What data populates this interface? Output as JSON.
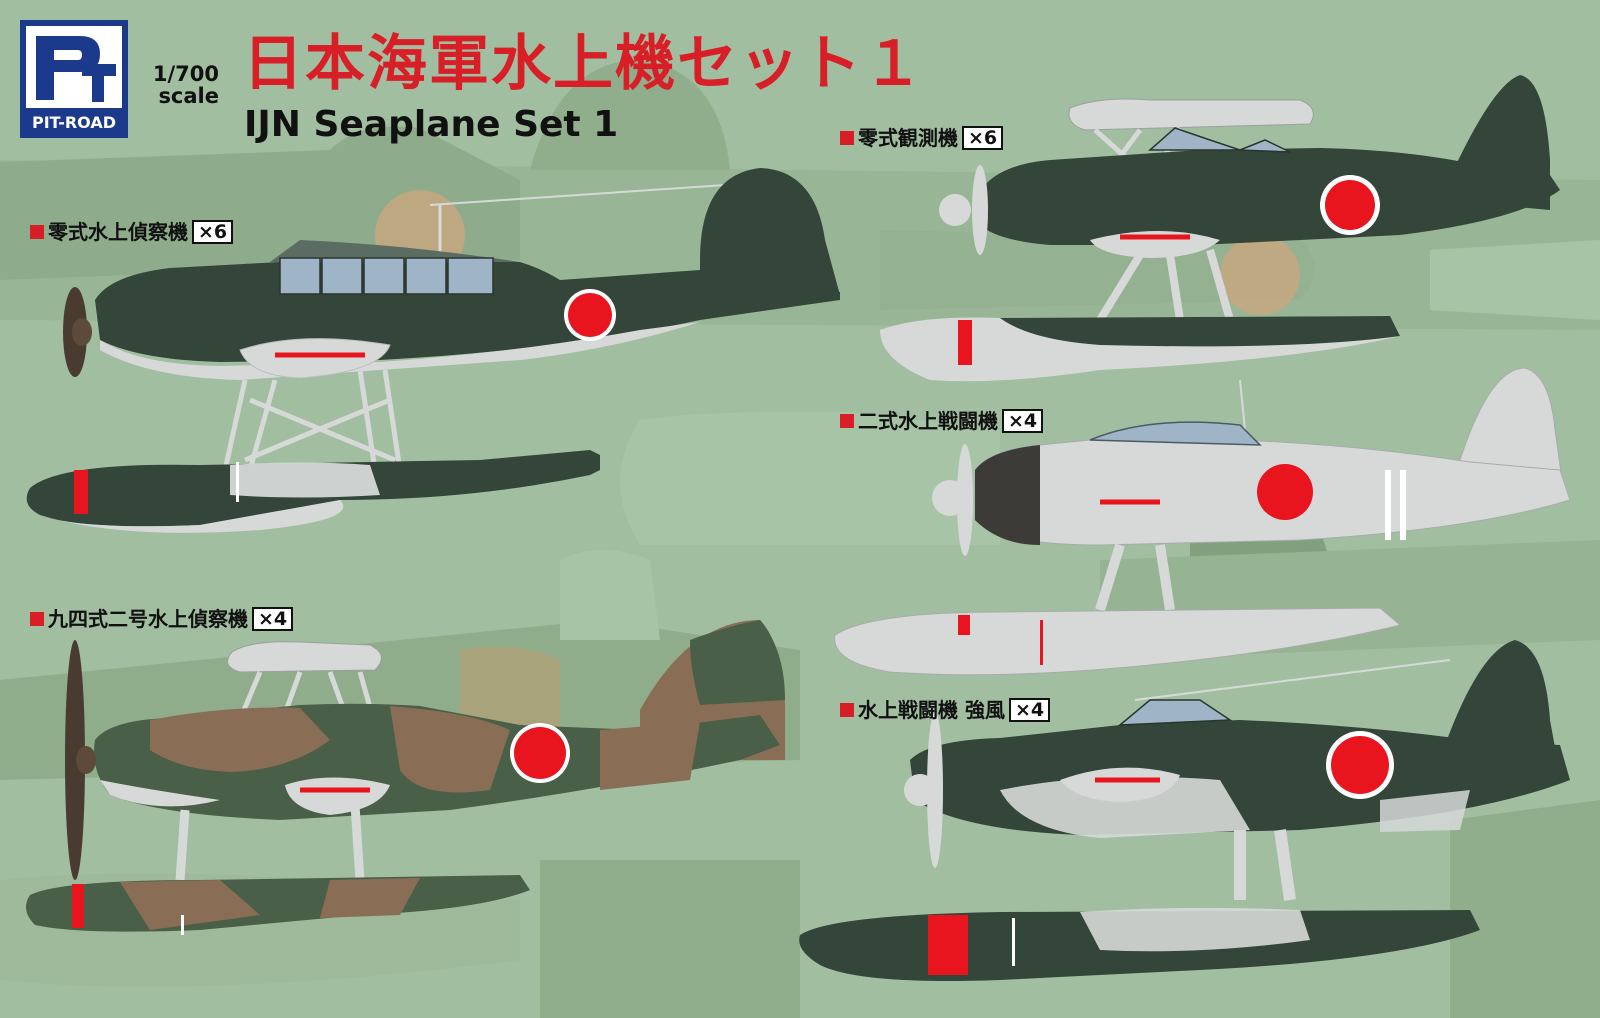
{
  "brand": {
    "logo_text": "PIT-ROAD",
    "scale_ratio": "1/700",
    "scale_word": "scale"
  },
  "title": {
    "japanese": "日本海軍水上機セット１",
    "english": "IJN Seaplane Set 1"
  },
  "aircraft": [
    {
      "name": "零式水上偵察機",
      "qty": "×6"
    },
    {
      "name": "零式観測機",
      "qty": "×6"
    },
    {
      "name": "二式水上戦闘機",
      "qty": "×4"
    },
    {
      "name": "九四式二号水上偵察機",
      "qty": "×4"
    },
    {
      "name": "水上戦闘機 強風",
      "qty": "×4"
    }
  ],
  "colors": {
    "background": "#a2bea0",
    "ghost": "#8fae8d",
    "hinomaru": "#e8151f",
    "dark_green": "#34453a",
    "light_gray": "#d6d9d8",
    "brown": "#8a6d55",
    "mid_green": "#4a5f48",
    "accent_red": "#d81f28"
  },
  "icons": [
    "square-bullet-icon"
  ]
}
